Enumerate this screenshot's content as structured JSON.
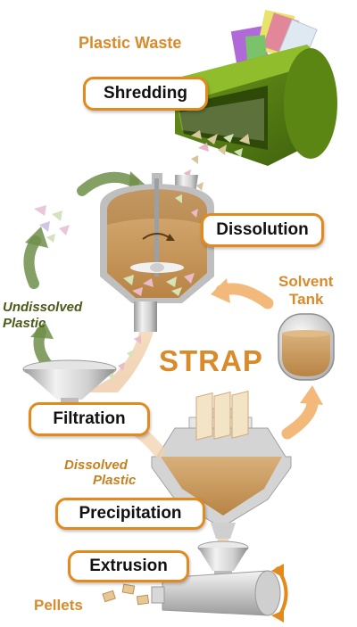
{
  "labels": {
    "plastic_waste": "Plastic Waste",
    "shredding": "Shredding",
    "dissolution": "Dissolution",
    "solvent_tank_line1": "Solvent",
    "solvent_tank_line2": "Tank",
    "undissolved_line1": "Undissolved",
    "undissolved_line2": "Plastic",
    "strap": "STRAP",
    "filtration": "Filtration",
    "dissolved_line1": "Dissolved",
    "dissolved_line2": "Plastic",
    "precipitation": "Precipitation",
    "extrusion": "Extrusion",
    "pellets": "Pellets"
  },
  "colors": {
    "label_orange": "#d98a2b",
    "box_border": "#e38a1e",
    "undissolved_text": "#4a5a17",
    "dissolved_text": "#c7801f",
    "shredder_green": "#4f7a12",
    "arrow_green": "#6f8f4a",
    "arrow_orange": "#f2b97a",
    "solution_tan": "#c69a5b",
    "equipment_grey": "#d9d9d9"
  }
}
